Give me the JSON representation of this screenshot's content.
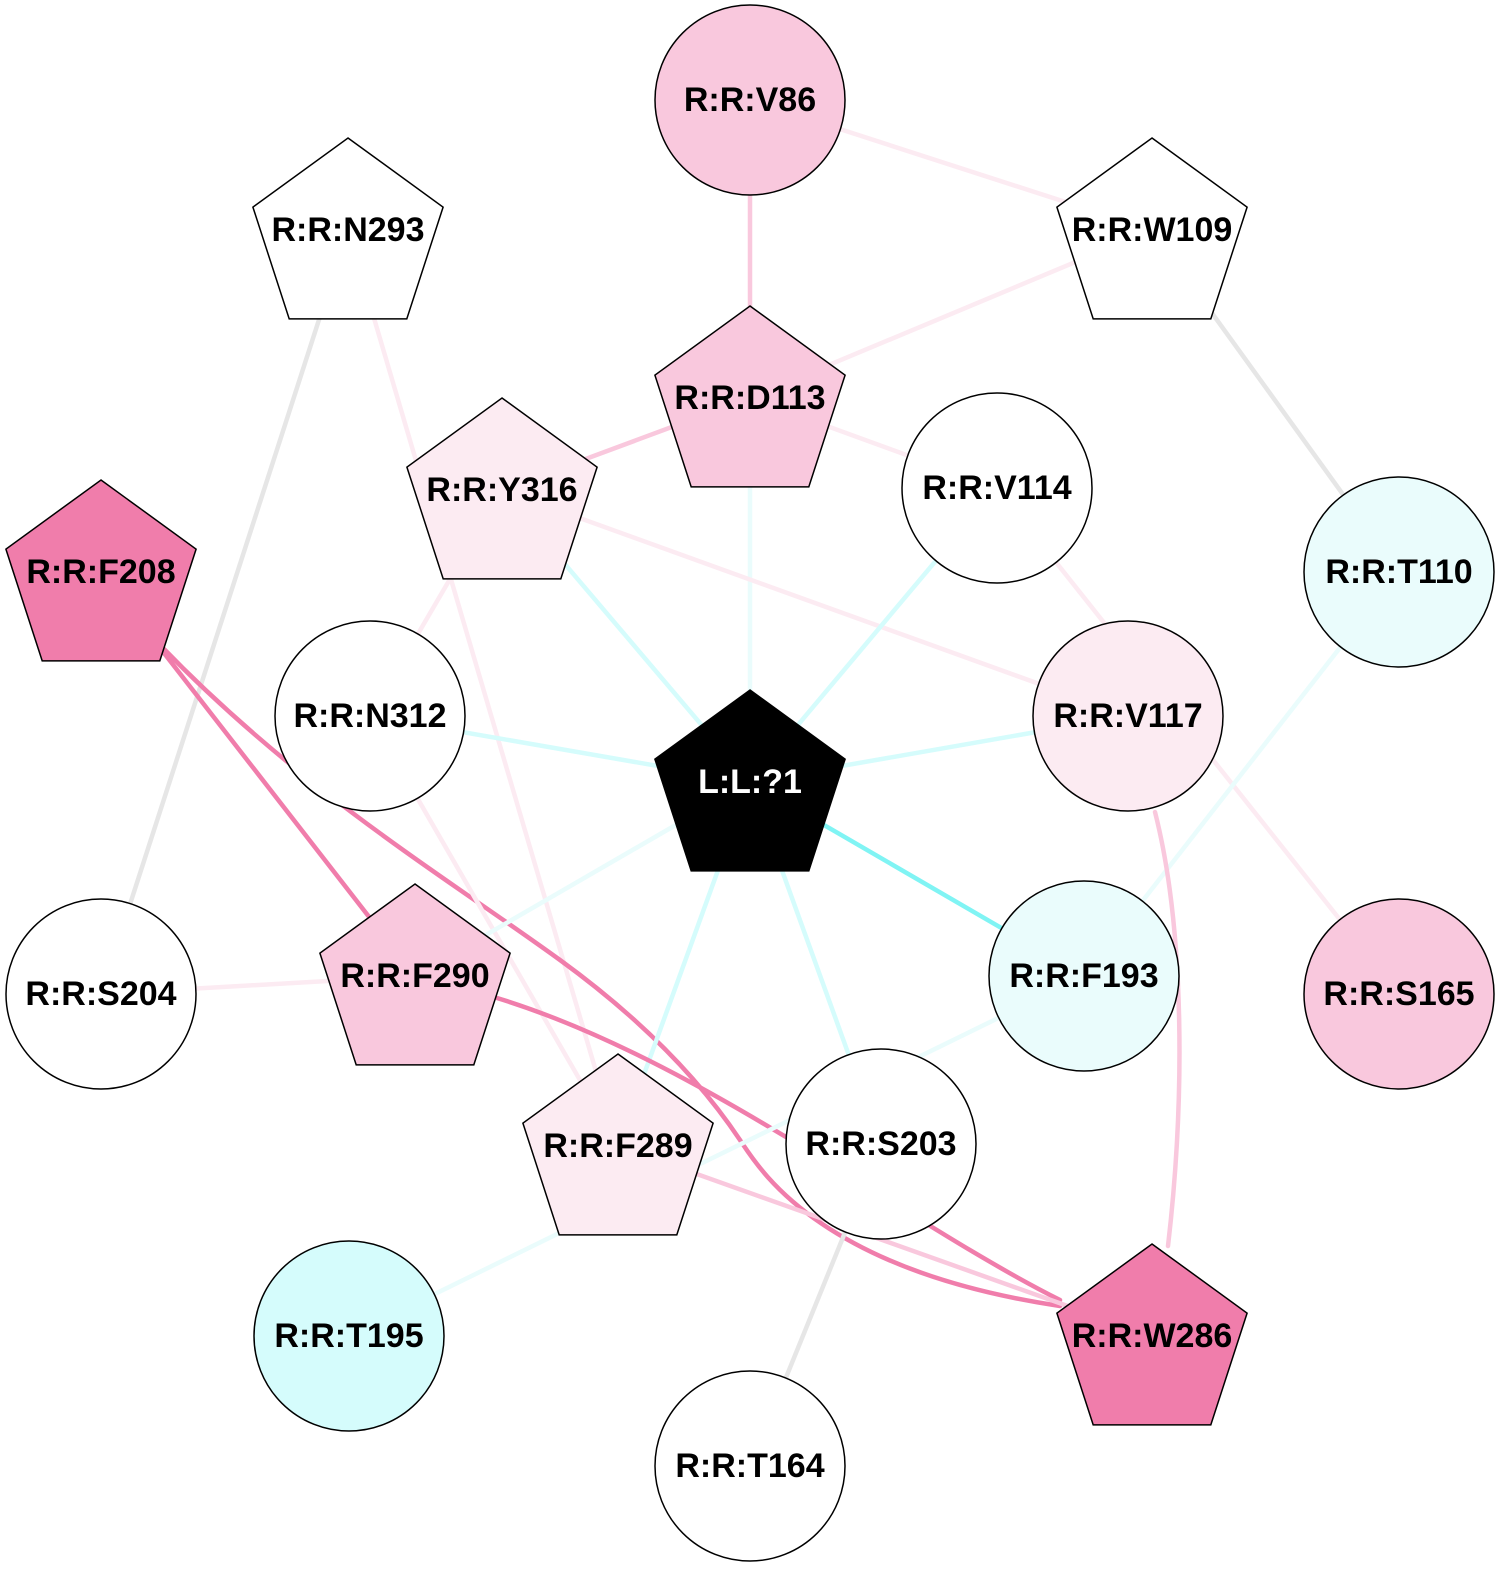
{
  "nodes": [
    {
      "id": "V86",
      "label": "R:R:V86",
      "shape": "circle",
      "fill": "#f9c8dd",
      "text": "#000000"
    },
    {
      "id": "N293",
      "label": "R:R:N293",
      "shape": "pentagon",
      "fill": "#ffffff",
      "text": "#000000"
    },
    {
      "id": "W109",
      "label": "R:R:W109",
      "shape": "pentagon",
      "fill": "#ffffff",
      "text": "#000000"
    },
    {
      "id": "D113",
      "label": "R:R:D113",
      "shape": "pentagon",
      "fill": "#f9c8dd",
      "text": "#000000"
    },
    {
      "id": "Y316",
      "label": "R:R:Y316",
      "shape": "pentagon",
      "fill": "#fcebf2",
      "text": "#000000"
    },
    {
      "id": "V114",
      "label": "R:R:V114",
      "shape": "circle",
      "fill": "#ffffff",
      "text": "#000000"
    },
    {
      "id": "F208",
      "label": "R:R:F208",
      "shape": "pentagon",
      "fill": "#f07dab",
      "text": "#000000"
    },
    {
      "id": "T110",
      "label": "R:R:T110",
      "shape": "circle",
      "fill": "#eafcfc",
      "text": "#000000"
    },
    {
      "id": "N312",
      "label": "R:R:N312",
      "shape": "circle",
      "fill": "#ffffff",
      "text": "#000000"
    },
    {
      "id": "V117",
      "label": "R:R:V117",
      "shape": "circle",
      "fill": "#fcebf2",
      "text": "#000000"
    },
    {
      "id": "L1",
      "label": "L:L:?1",
      "shape": "pentagon",
      "fill": "#000000",
      "text": "#ffffff"
    },
    {
      "id": "S204",
      "label": "R:R:S204",
      "shape": "circle",
      "fill": "#ffffff",
      "text": "#000000"
    },
    {
      "id": "F290",
      "label": "R:R:F290",
      "shape": "pentagon",
      "fill": "#f9c8dd",
      "text": "#000000"
    },
    {
      "id": "F193",
      "label": "R:R:F193",
      "shape": "circle",
      "fill": "#eafcfc",
      "text": "#000000"
    },
    {
      "id": "S165",
      "label": "R:R:S165",
      "shape": "circle",
      "fill": "#f9c8dd",
      "text": "#000000"
    },
    {
      "id": "F289",
      "label": "R:R:F289",
      "shape": "pentagon",
      "fill": "#fcebf2",
      "text": "#000000"
    },
    {
      "id": "S203",
      "label": "R:R:S203",
      "shape": "circle",
      "fill": "#ffffff",
      "text": "#000000"
    },
    {
      "id": "T195",
      "label": "R:R:T195",
      "shape": "circle",
      "fill": "#d5fcfc",
      "text": "#000000"
    },
    {
      "id": "W286",
      "label": "R:R:W286",
      "shape": "pentagon",
      "fill": "#f07dab",
      "text": "#000000"
    },
    {
      "id": "T164",
      "label": "R:R:T164",
      "shape": "circle",
      "fill": "#ffffff",
      "text": "#000000"
    }
  ],
  "edges": [
    {
      "from": "V86",
      "to": "D113",
      "color": "#f9c8dd"
    },
    {
      "from": "V86",
      "to": "W109",
      "color": "#fcebf2"
    },
    {
      "from": "W109",
      "to": "D113",
      "color": "#fcebf2"
    },
    {
      "from": "W109",
      "to": "T110",
      "color": "#e6e6e6"
    },
    {
      "from": "D113",
      "to": "Y316",
      "color": "#f9c8dd"
    },
    {
      "from": "D113",
      "to": "V114",
      "color": "#fcebf2"
    },
    {
      "from": "D113",
      "to": "L1",
      "color": "#eafcfc"
    },
    {
      "from": "N293",
      "to": "S204",
      "color": "#e6e6e6"
    },
    {
      "from": "N293",
      "to": "F289",
      "color": "#fcebf2"
    },
    {
      "from": "Y316",
      "to": "L1",
      "color": "#d5fcfc"
    },
    {
      "from": "Y316",
      "to": "N312",
      "color": "#fcebf2"
    },
    {
      "from": "Y316",
      "to": "V117",
      "color": "#fcebf2"
    },
    {
      "from": "V114",
      "to": "L1",
      "color": "#d5fcfc"
    },
    {
      "from": "V114",
      "to": "S165",
      "color": "#fcebf2"
    },
    {
      "from": "F208",
      "to": "F290",
      "color": "#f07dab"
    },
    {
      "from": "F208",
      "to": "W286",
      "color": "#f07dab"
    },
    {
      "from": "T110",
      "to": "F193",
      "color": "#eafcfc"
    },
    {
      "from": "N312",
      "to": "L1",
      "color": "#d5fcfc"
    },
    {
      "from": "N312",
      "to": "F289",
      "color": "#fcebf2"
    },
    {
      "from": "V117",
      "to": "L1",
      "color": "#d5fcfc"
    },
    {
      "from": "V117",
      "to": "W286",
      "color": "#f9c8dd"
    },
    {
      "from": "L1",
      "to": "F193",
      "color": "#80f4f4"
    },
    {
      "from": "L1",
      "to": "F290",
      "color": "#eafcfc"
    },
    {
      "from": "L1",
      "to": "F289",
      "color": "#d5fcfc"
    },
    {
      "from": "L1",
      "to": "S203",
      "color": "#d5fcfc"
    },
    {
      "from": "S204",
      "to": "F290",
      "color": "#fcebf2"
    },
    {
      "from": "F290",
      "to": "W286",
      "color": "#f07dab"
    },
    {
      "from": "F193",
      "to": "T195",
      "color": "#eafcfc"
    },
    {
      "from": "F289",
      "to": "W286",
      "color": "#f9c8dd"
    },
    {
      "from": "S203",
      "to": "T164",
      "color": "#e6e6e6"
    }
  ]
}
